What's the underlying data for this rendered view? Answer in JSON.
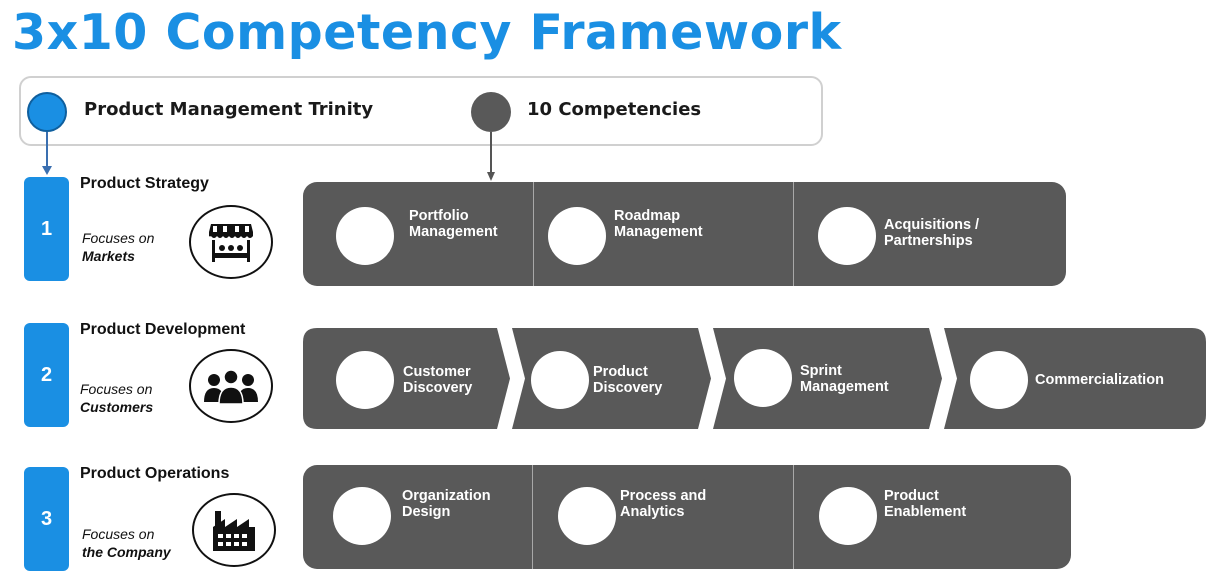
{
  "title": "3x10 Competency Framework",
  "legend": {
    "trinity_label": "Product Management Trinity",
    "competencies_label": "10 Competencies"
  },
  "colors": {
    "accent": "#1a8fe3",
    "panel": "#595959",
    "legend_dot_dark": "#595959"
  },
  "rows": [
    {
      "number": "1",
      "title": "Product Strategy",
      "focus_prefix": "Focuses on",
      "focus_target": "Markets",
      "icon": "storefront-icon",
      "competencies": [
        {
          "line1": "Portfolio",
          "line2": "Management"
        },
        {
          "line1": "Roadmap",
          "line2": "Management"
        },
        {
          "line1": "Acquisitions /",
          "line2": "Partnerships"
        }
      ]
    },
    {
      "number": "2",
      "title": "Product Development",
      "focus_prefix": "Focuses on",
      "focus_target": "Customers",
      "icon": "people-icon",
      "competencies": [
        {
          "line1": "Customer",
          "line2": "Discovery"
        },
        {
          "line1": "Product",
          "line2": "Discovery"
        },
        {
          "line1": "Sprint",
          "line2": "Management"
        },
        {
          "line1": "Commercialization",
          "line2": ""
        }
      ]
    },
    {
      "number": "3",
      "title": "Product Operations",
      "focus_prefix": "Focuses on",
      "focus_target": "the Company",
      "icon": "factory-icon",
      "competencies": [
        {
          "line1": "Organization",
          "line2": "Design"
        },
        {
          "line1": "Process and",
          "line2": "Analytics"
        },
        {
          "line1": "Product",
          "line2": "Enablement"
        }
      ]
    }
  ]
}
